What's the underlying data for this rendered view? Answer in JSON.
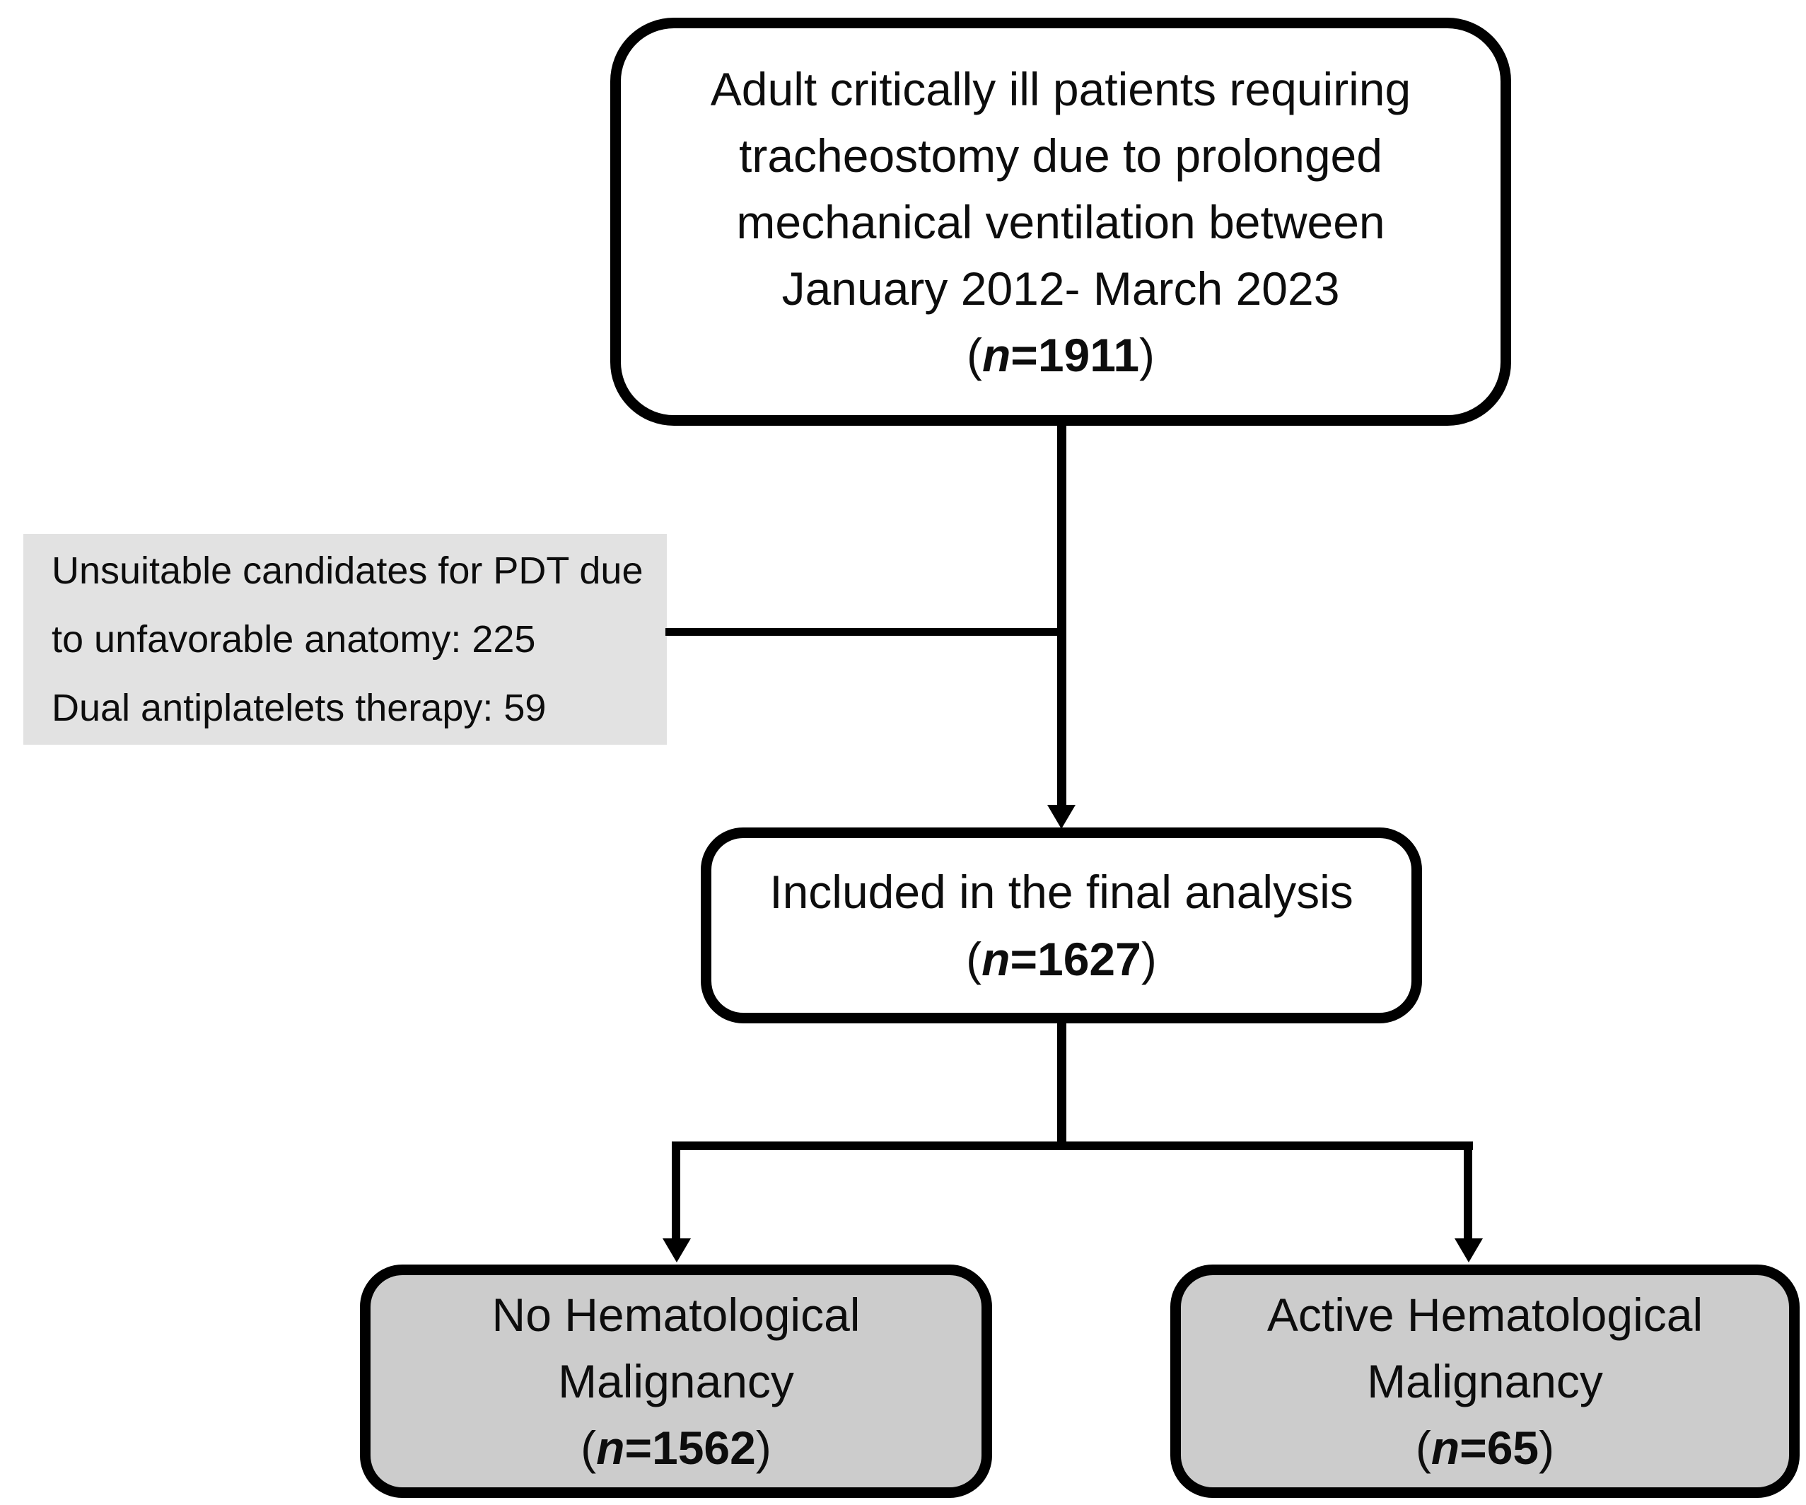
{
  "colors": {
    "line_and_border": "#000000",
    "white_box_fill": "#ffffff",
    "exclusion_fill": "#e2e2e2",
    "outcome_fill": "#cccccc",
    "text": "#0d0d0d"
  },
  "boxes": {
    "enrollment": {
      "lines": [
        "Adult critically ill patients requiring",
        "tracheostomy due to prolonged",
        "mechanical ventilation between",
        "January 2012- March 2023"
      ],
      "n": {
        "open": "(",
        "var": "n",
        "value": "=1911",
        "close": ")"
      }
    },
    "exclusion": {
      "lines": [
        "Unsuitable candidates for PDT due",
        "to unfavorable anatomy: 225",
        "Dual antiplatelets therapy: 59"
      ]
    },
    "included": {
      "lines": [
        "Included in the final analysis"
      ],
      "n": {
        "open": "(",
        "var": "n",
        "value": "=1627",
        "close": ")"
      }
    },
    "no_malignancy": {
      "lines": [
        "No Hematological",
        "Malignancy"
      ],
      "n": {
        "open": "(",
        "var": "n",
        "value": "=1562",
        "close": ")"
      }
    },
    "active_malignancy": {
      "lines": [
        "Active Hematological",
        "Malignancy"
      ],
      "n": {
        "open": "(",
        "var": "n",
        "value": "=65",
        "close": ")"
      }
    }
  }
}
